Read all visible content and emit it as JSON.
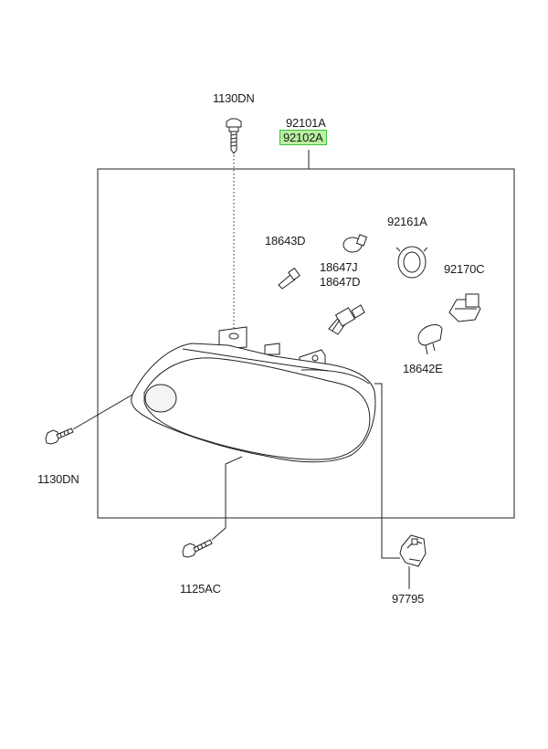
{
  "parts": {
    "bolt_top": "1130DN",
    "housing_1": "92101A",
    "housing_2": "92102A",
    "bulb_side": "18643D",
    "bulb_head_1": "18647J",
    "bulb_head_2": "18647D",
    "socket": "92161A",
    "holder": "92170C",
    "bulb_signal": "18642E",
    "bolt_left": "1130DN",
    "bolt_bottom": "1125AC",
    "connector": "97795"
  },
  "highlight": {
    "color": "#3fbf3f",
    "fill": "#b8f0a0"
  }
}
